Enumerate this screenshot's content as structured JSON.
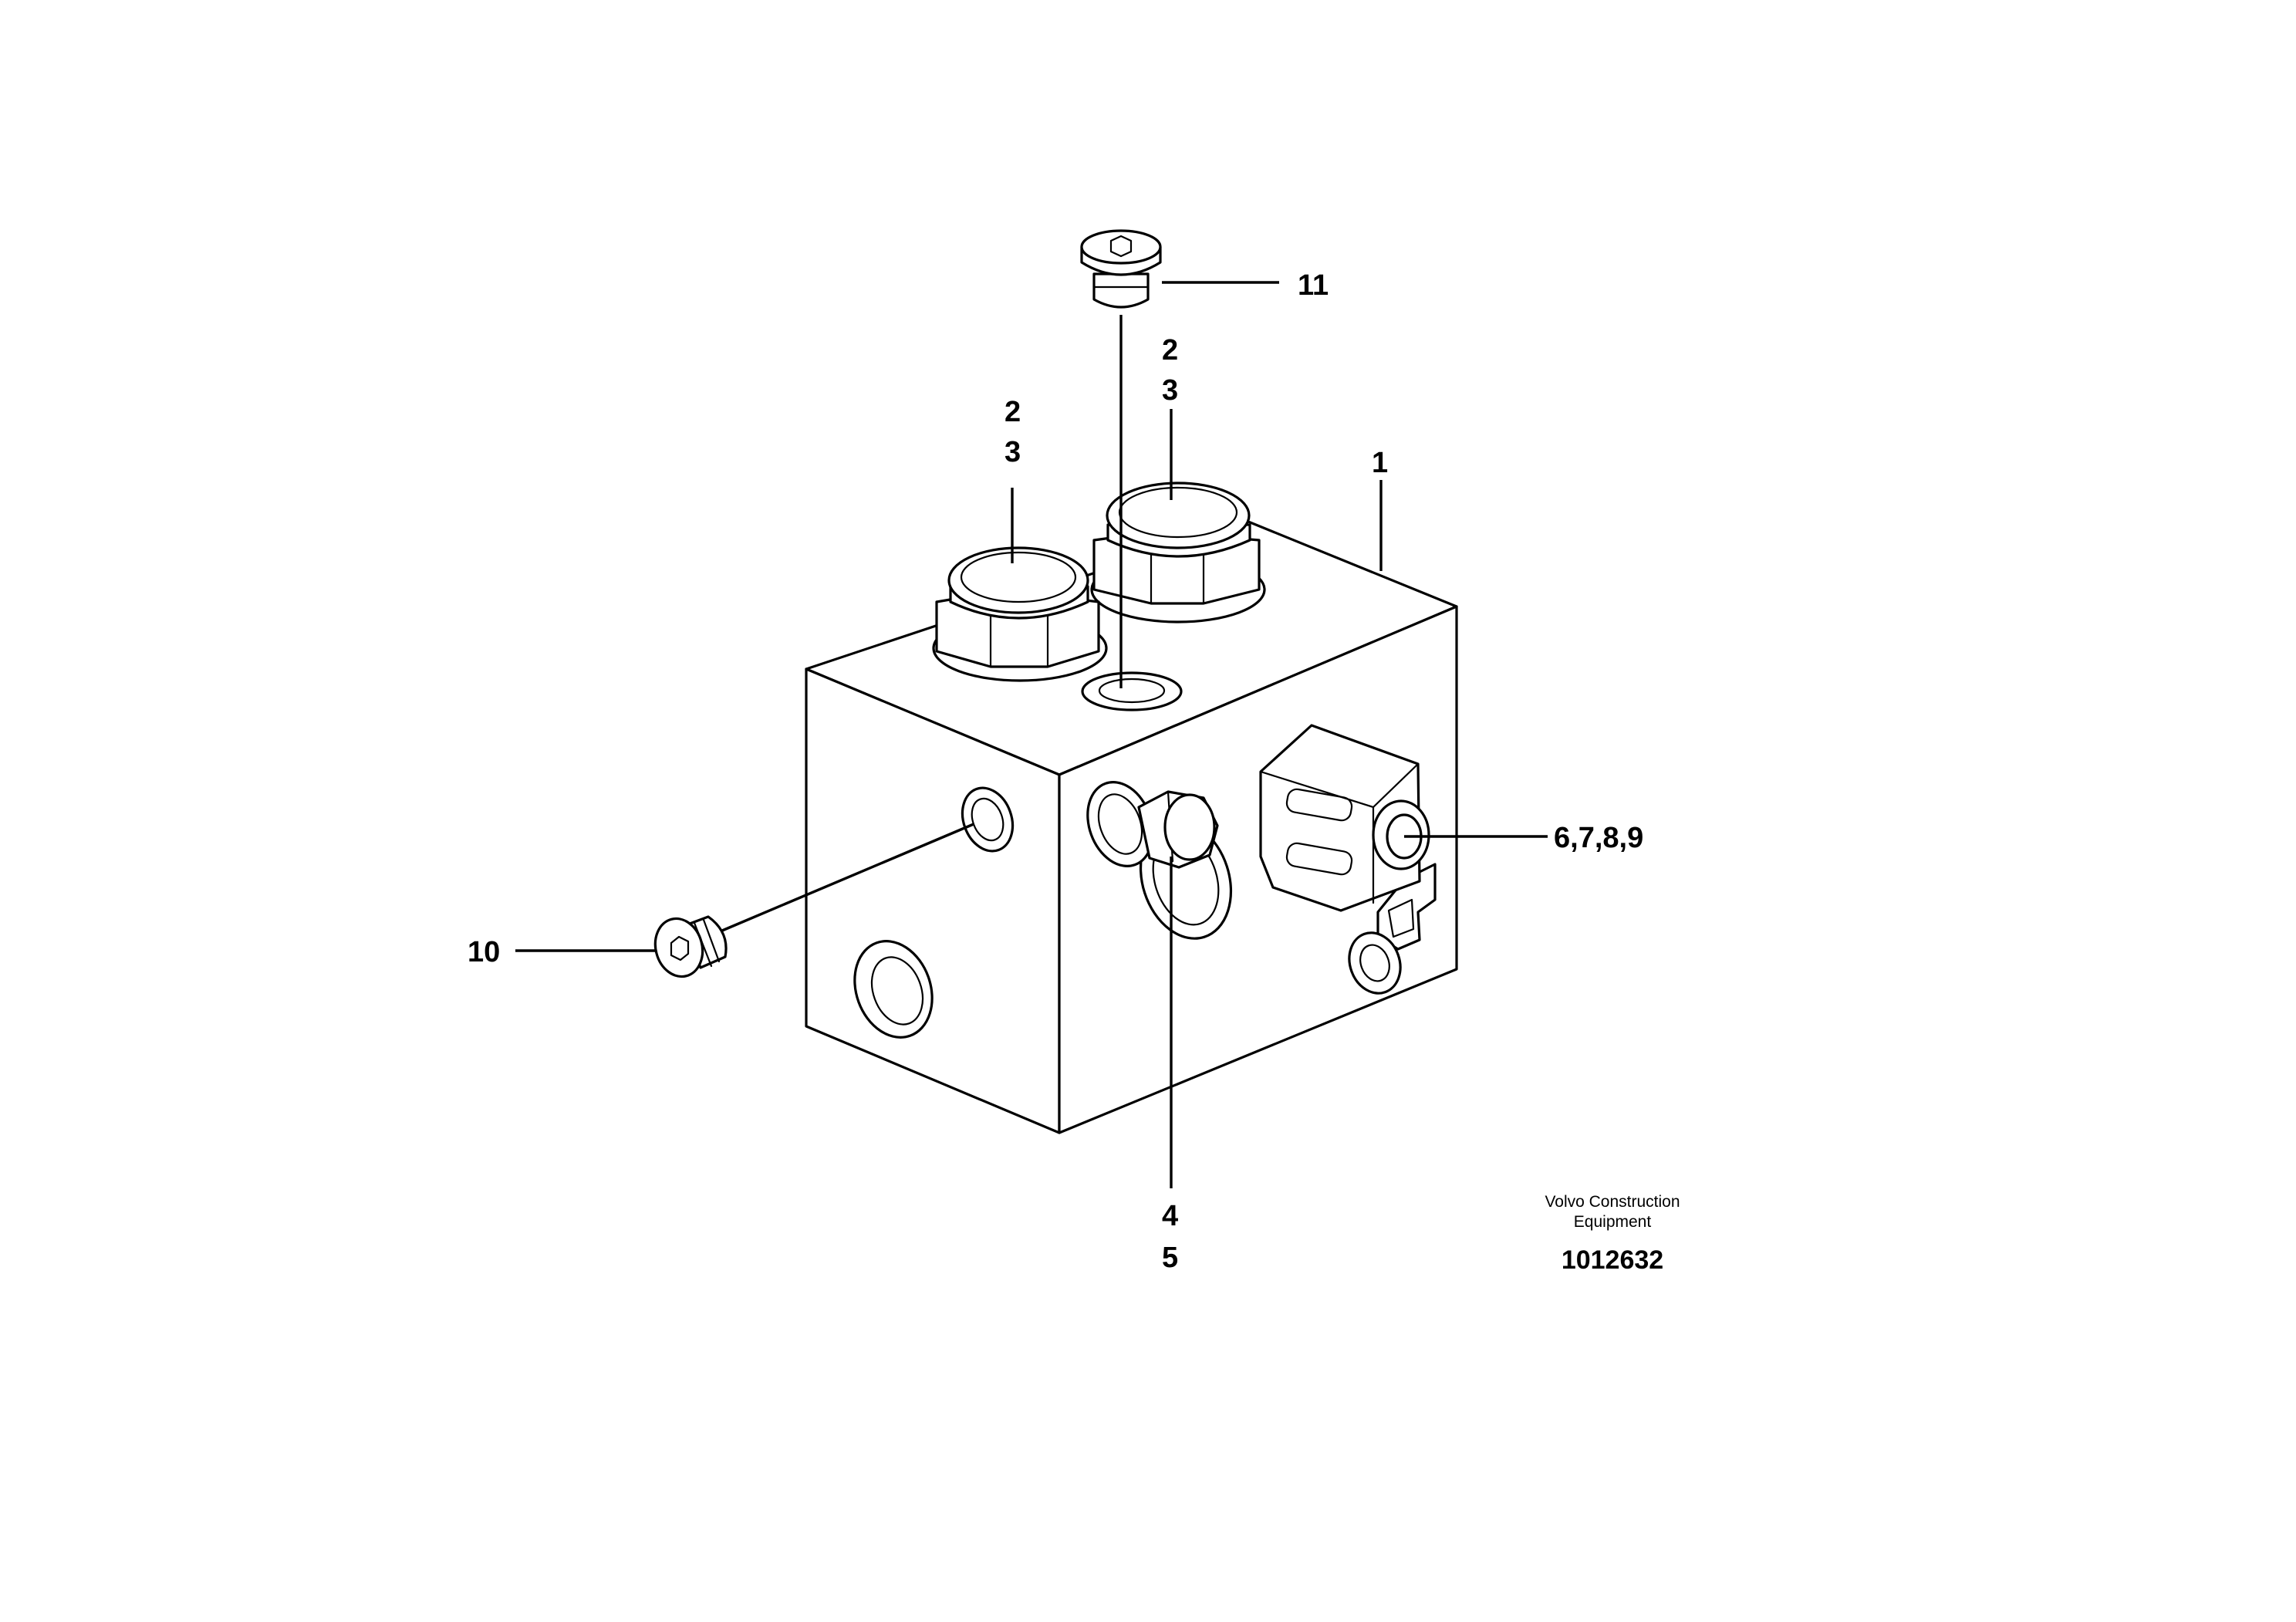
{
  "callouts": {
    "c11": "11",
    "c23_left_top": "2",
    "c23_left_bottom": "3",
    "c23_right_top": "2",
    "c23_right_bottom": "3",
    "c1": "1",
    "c6789": "6,7,8,9",
    "c10": "10",
    "c45_top": "4",
    "c45_bottom": "5"
  },
  "caption": {
    "line1": "Volvo Construction",
    "line2": "Equipment",
    "drawing_number": "1012632"
  },
  "colors": {
    "line": "#000000",
    "background": "#ffffff"
  }
}
